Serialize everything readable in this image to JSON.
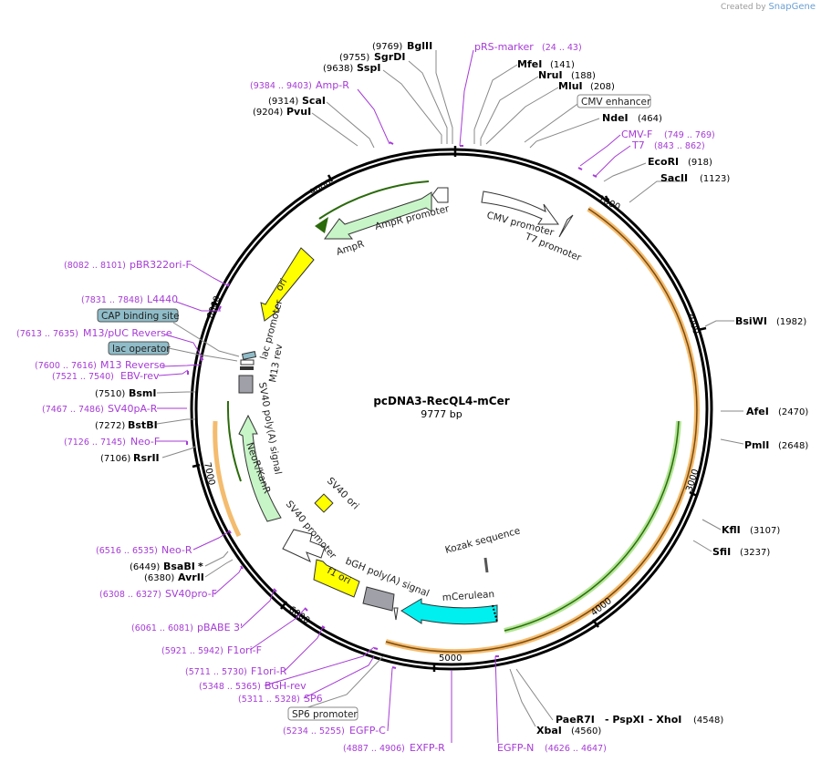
{
  "credit": {
    "prefix": "Created by",
    "brand": "SnapGene"
  },
  "plasmid": {
    "name": "pcDNA3-RecQL4-mCer",
    "length": "9777 bp"
  },
  "ticks": [
    "1000",
    "2000",
    "3000",
    "4000",
    "5000",
    "6000",
    "7000",
    "8000",
    "9000"
  ],
  "enzymes": {
    "bglII": {
      "coord": "(9769)",
      "name": "BglII"
    },
    "sgrDI": {
      "coord": "(9755)",
      "name": "SgrDI"
    },
    "sspI": {
      "coord": "(9638)",
      "name": "SspI"
    },
    "scaI": {
      "coord": "(9314)",
      "name": "ScaI"
    },
    "pvuI": {
      "coord": "(9204)",
      "name": "PvuI"
    },
    "mfeI": {
      "coord": "(141)",
      "name": "MfeI"
    },
    "nruI": {
      "coord": "(188)",
      "name": "NruI"
    },
    "mluI": {
      "coord": "(208)",
      "name": "MluI"
    },
    "ndeI": {
      "coord": "(464)",
      "name": "NdeI"
    },
    "ecoRI": {
      "coord": "(918)",
      "name": "EcoRI"
    },
    "sacII": {
      "coord": "(1123)",
      "name": "SacII"
    },
    "bsiWI": {
      "coord": "(1982)",
      "name": "BsiWI"
    },
    "afeI": {
      "coord": "(2470)",
      "name": "AfeI"
    },
    "pmlI": {
      "coord": "(2648)",
      "name": "PmlI"
    },
    "kflI": {
      "coord": "(3107)",
      "name": "KflI"
    },
    "sfiI": {
      "coord": "(3237)",
      "name": "SfiI"
    },
    "paeR7I": {
      "name": "PaeR7I"
    },
    "pspXI": {
      "name": "- PspXI"
    },
    "xhoI": {
      "name": "- XhoI",
      "coord": "(4548)"
    },
    "xbaI": {
      "coord": "(4560)",
      "name": "XbaI"
    },
    "bsmI": {
      "coord": "(7510)",
      "name": "BsmI"
    },
    "bstBI": {
      "coord": "(7272)",
      "name": "BstBI"
    },
    "rsrII": {
      "coord": "(7106)",
      "name": "RsrII"
    },
    "bsaBI": {
      "coord": "(6449)",
      "name": "BsaBI",
      "mark": "*"
    },
    "avrII": {
      "coord": "(6380)",
      "name": "AvrII"
    }
  },
  "primers": {
    "ampR": {
      "coord": "(9384 .. 9403)",
      "name": "Amp-R"
    },
    "prsMarker": {
      "name": "pRS-marker",
      "coord": "(24 .. 43)"
    },
    "cmvF": {
      "name": "CMV-F",
      "coord": "(749 .. 769)"
    },
    "t7": {
      "name": "T7",
      "coord": "(843 .. 862)"
    },
    "pbr322": {
      "coord": "(8082 .. 8101)",
      "name": "pBR322ori-F"
    },
    "l4440": {
      "coord": "(7831 .. 7848)",
      "name": "L4440"
    },
    "m13puc": {
      "coord": "(7613 .. 7635)",
      "name": "M13/pUC Reverse"
    },
    "m13rev": {
      "coord": "(7600 .. 7616)",
      "name": "M13 Reverse"
    },
    "ebvRev": {
      "coord": "(7521 .. 7540)",
      "name": "EBV-rev"
    },
    "sv40paR": {
      "coord": "(7467 .. 7486)",
      "name": "SV40pA-R"
    },
    "neoF": {
      "coord": "(7126 .. 7145)",
      "name": "Neo-F"
    },
    "neoR": {
      "coord": "(6516 .. 6535)",
      "name": "Neo-R"
    },
    "sv40proF": {
      "coord": "(6308 .. 6327)",
      "name": "SV40pro-F"
    },
    "pbabe3": {
      "coord": "(6061 .. 6081)",
      "name": "pBABE 3'"
    },
    "f1oriF": {
      "coord": "(5921 .. 5942)",
      "name": "F1ori-F"
    },
    "f1oriR": {
      "coord": "(5711 .. 5730)",
      "name": "F1ori-R"
    },
    "bghRev": {
      "coord": "(5348 .. 5365)",
      "name": "BGH-rev"
    },
    "sp6": {
      "coord": "(5311 .. 5328)",
      "name": "SP6"
    },
    "egfpC": {
      "coord": "(5234 .. 5255)",
      "name": "EGFP-C"
    },
    "exfpR": {
      "coord": "(4887 .. 4906)",
      "name": "EXFP-R"
    },
    "egfpN": {
      "name": "EGFP-N",
      "coord": "(4626 .. 4647)"
    }
  },
  "boxed": {
    "cmvEnhancer": "CMV enhancer",
    "capSite": "CAP binding site",
    "lacOperator": "lac operator",
    "sp6Promoter": "SP6 promoter"
  },
  "features": {
    "ampR": "AmpR",
    "ampRPromoter": "AmpR promoter",
    "cmvPromoter": "CMV promoter",
    "t7Promoter": "T7 promoter",
    "ori": "ori",
    "lacPromoter": "lac promoter",
    "m13rev": "M13 rev",
    "sv40pA": "SV40 poly(A) signal",
    "neoKanR": "NeoR/KanR",
    "sv40ori": "SV40 ori",
    "sv40Promoter": "SV40 promoter",
    "f1ori": "f1 ori",
    "bghpA": "bGH poly(A) signal",
    "mCerulean": "mCerulean",
    "kozak": "Kozak sequence"
  },
  "colors": {
    "backbone": "#000000",
    "primer": "#a63bd6",
    "insertOrange": "#f0a030",
    "insertGreen": "#5fae2a",
    "ampR": "#c8f5c8",
    "ori": "#ffff00",
    "mCerulean": "#00f0f0",
    "promoter": "#ffffff",
    "polyA": "#a0a0a8",
    "lacOperator": "#8fbcc8"
  }
}
